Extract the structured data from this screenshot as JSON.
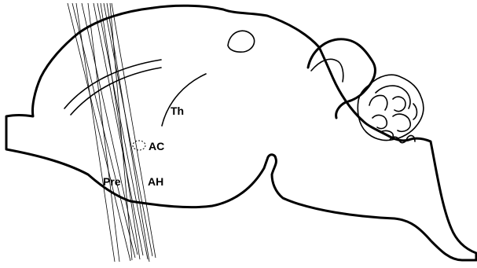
{
  "labels": {
    "th": "Th",
    "ac": "AC",
    "pre": "Pre",
    "ah": "AH"
  }
}
